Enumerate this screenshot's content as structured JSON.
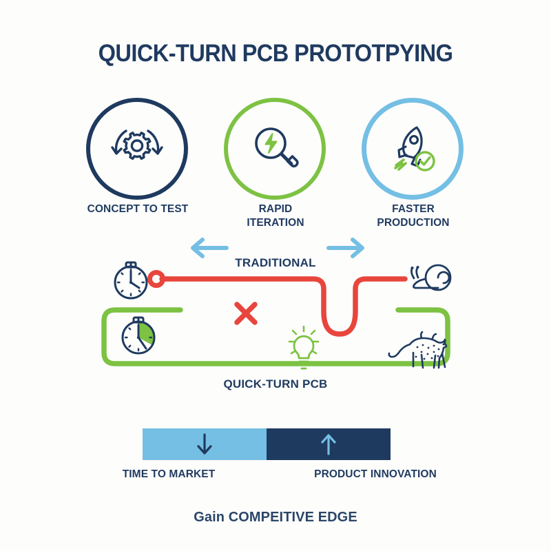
{
  "title": "QUICK-TURN PCB PROTOTPYING",
  "colors": {
    "navy": "#1f3a5f",
    "green": "#7dc242",
    "light_blue": "#74bfe3",
    "red": "#e8453c",
    "background": "#fdfdfc"
  },
  "stages": [
    {
      "label_line1": "CONCEPT TO TEST",
      "label_line2": "",
      "ring_color": "#1f3a5f",
      "icon": "gear-refresh-cycle-icon"
    },
    {
      "label_line1": "RAPID",
      "label_line2": "ITERATION",
      "ring_color": "#7dc242",
      "icon": "magnifier-lightning-icon"
    },
    {
      "label_line1": "FASTER",
      "label_line2": "PRODUCTION",
      "ring_color": "#74bfe3",
      "icon": "rocket-check-icon"
    }
  ],
  "flow_arrows": [
    {
      "name": "arrow-left-icon",
      "direction": "left",
      "color": "#74bfe3"
    },
    {
      "name": "arrow-right-icon",
      "direction": "right",
      "color": "#74bfe3"
    }
  ],
  "comparison": {
    "traditional": {
      "label": "TRADITIONAL",
      "color": "#e8453c",
      "start_icon": "stopwatch-slow-icon",
      "end_icon": "snail-icon",
      "path_shape": "winding-detour"
    },
    "quickturn": {
      "label": "QUICK-TURN PCB",
      "color": "#7dc242",
      "start_icon": "stopwatch-fast-icon",
      "mid_icon": "lightbulb-idea-icon",
      "end_icon": "cheetah-icon",
      "path_shape": "straight-rounded"
    },
    "reject_marker": {
      "name": "red-x-icon",
      "color": "#e8453c"
    }
  },
  "outcome_bar": {
    "left": {
      "label": "TIME TO MARKET",
      "arrow": "arrow-down-icon",
      "arrow_direction": "down",
      "fill": "#74bfe3",
      "arrow_color": "#1f3a5f"
    },
    "right": {
      "label": "PRODUCT INNOVATION",
      "arrow": "arrow-up-icon",
      "arrow_direction": "up",
      "fill": "#1f3a5f",
      "arrow_color": "#74bfe3"
    }
  },
  "footer": "Gain COMPEITIVE EDGE"
}
